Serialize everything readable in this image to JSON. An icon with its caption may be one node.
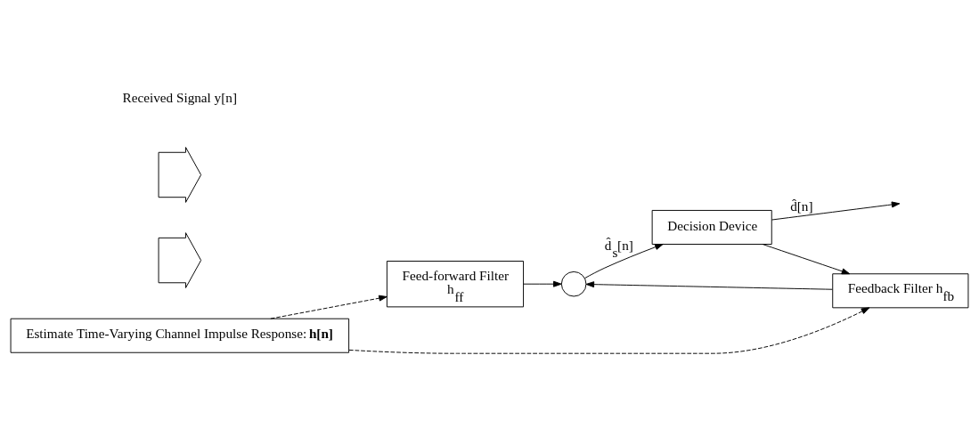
{
  "diagram": {
    "nodes": [
      {
        "text": [
          "Feed-forward Filter",
          "h$_{ff}$"
        ]
      },
      {
        "text": [],
        "shape": "circle"
      },
      {
        "text": [
          "Decision Device"
        ]
      },
      {
        "text": [
          "Feedback Filter h$_{fb}$"
        ]
      },
      {
        "text": [
          "Estimate Time-Varying Channel Impulse Response: **h[n]**"
        ]
      },
      {
        "text": [],
        "shape": "arrow"
      },
      {
        "text": [],
        "shape": "arrow"
      }
    ],
    "edges": [
      {
        "from": 0,
        "to": 1,
        "arrow": "to"
      },
      {
        "from": 1,
        "to": 2,
        "arrow": "to",
        "label": "d̂$_{s}$[n]"
      },
      {
        "from": 2,
        "to": null,
        "arrow": "to",
        "label": "d̂[n]"
      },
      {
        "from": 2,
        "to": 3,
        "arrow": "to"
      },
      {
        "from": 3,
        "to": 1,
        "arrow": "to"
      },
      {
        "from": 4,
        "to": 0,
        "arrow": "to",
        "style": "dashed"
      },
      {
        "from": 4,
        "to": 3,
        "arrow": "to",
        "style": "dashed"
      }
    ],
    "labels": [
      "Received Signal y[n]"
    ]
  }
}
